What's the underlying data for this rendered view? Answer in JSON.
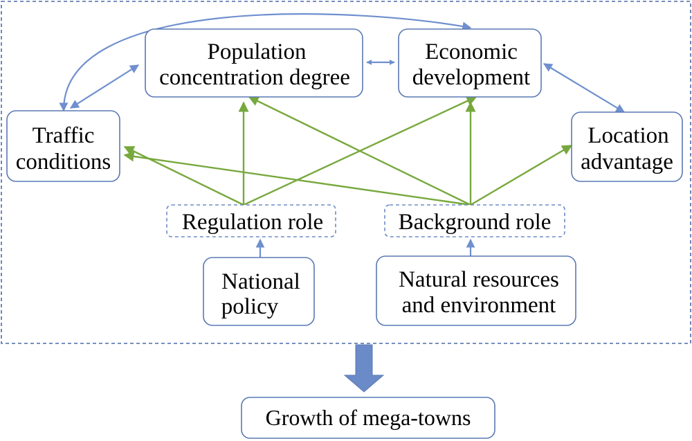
{
  "nodes": {
    "traffic": [
      "Traffic",
      "conditions"
    ],
    "population": [
      "Population",
      "concentration degree"
    ],
    "economic": [
      "Economic",
      "development"
    ],
    "location": [
      "Location",
      "advantage"
    ],
    "regulation": [
      "Regulation role"
    ],
    "background": [
      "Background role"
    ],
    "policy": [
      "National",
      "policy"
    ],
    "natural": [
      "Natural resources",
      "and environment"
    ],
    "growth": [
      "Growth of mega-towns"
    ]
  },
  "colors": {
    "box_border": "#5a78b4",
    "blue_arrow": "#6f8fce",
    "green_arrow": "#77a83d",
    "big_arrow": "#6a8ac8"
  }
}
